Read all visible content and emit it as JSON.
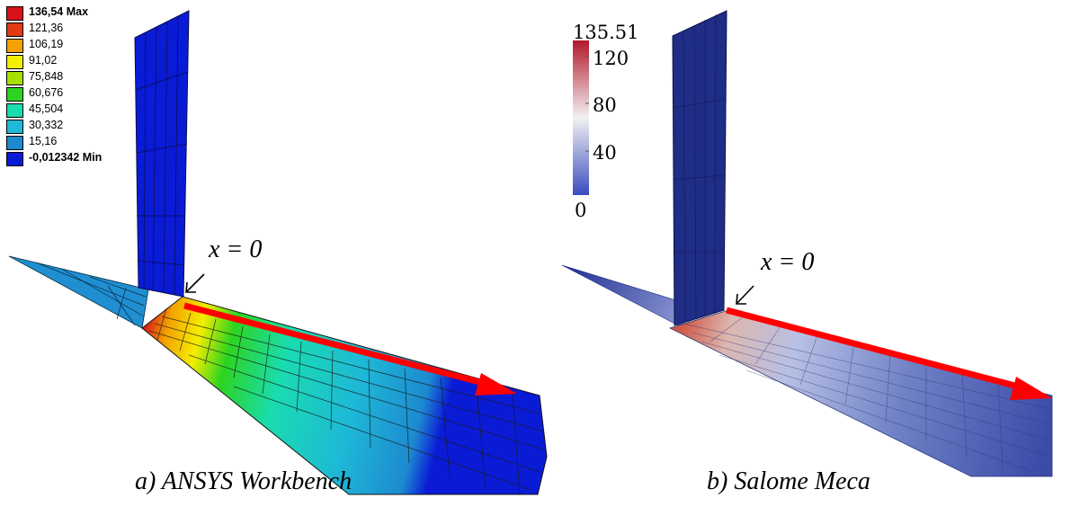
{
  "panel_a": {
    "caption": "a) ANSYS Workbench",
    "legend": [
      {
        "label": "136,54 Max",
        "color": "#d8121a",
        "bold": true
      },
      {
        "label": "121,36",
        "color": "#e23a12",
        "bold": false
      },
      {
        "label": "106,19",
        "color": "#f3a200",
        "bold": false
      },
      {
        "label": "91,02",
        "color": "#f4ee00",
        "bold": false
      },
      {
        "label": "75,848",
        "color": "#a6e000",
        "bold": false
      },
      {
        "label": "60,676",
        "color": "#2cd420",
        "bold": false
      },
      {
        "label": "45,504",
        "color": "#19dcb0",
        "bold": false
      },
      {
        "label": "30,332",
        "color": "#1eb9d6",
        "bold": false
      },
      {
        "label": "15,16",
        "color": "#1d8ad0",
        "bold": false
      },
      {
        "label": "-0,012342 Min",
        "color": "#0a1bd6",
        "bold": true
      }
    ],
    "position_label": "x = 0",
    "arrow_color": "#ff0000"
  },
  "panel_b": {
    "caption": "b) Salome Meca",
    "colorbar": {
      "max_label": "135.51",
      "ticks": [
        "120",
        "80",
        "40",
        "0"
      ],
      "colors": [
        "#b2182b",
        "#f7f7f7",
        "#3b4cc0"
      ]
    },
    "position_label": "x = 0",
    "arrow_color": "#ff0000"
  }
}
